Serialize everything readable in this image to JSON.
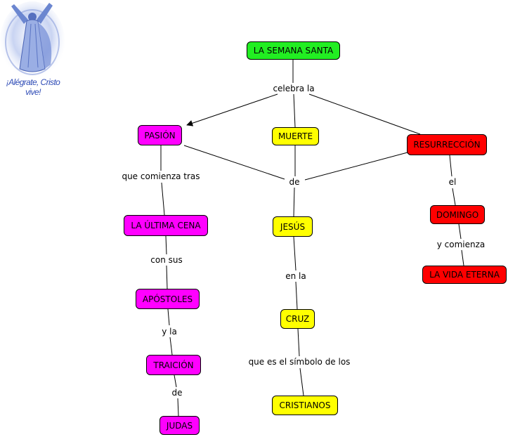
{
  "image": {
    "caption": "¡Alégrate, Cristo vive!"
  },
  "concepts": {
    "semana_santa": "LA SEMANA SANTA",
    "pasion": "PASIÓN",
    "muerte": "MUERTE",
    "resurreccion": "RESURRECCIÓN",
    "ultima_cena": "LA ÚLTIMA CENA",
    "jesus": "JESÚS",
    "domingo": "DOMINGO",
    "vida_eterna": "LA VIDA ETERNA",
    "apostoles": "APÓSTOLES",
    "cruz": "CRUZ",
    "traicion": "TRAICIÓN",
    "cristianos": "CRISTIANOS",
    "judas": "JUDAS"
  },
  "linking_phrases": {
    "celebra_la": "celebra la",
    "que_comienza_tras": "que comienza tras",
    "de_jesus": "de",
    "el": "el",
    "y_comienza": "y comienza",
    "con_sus": "con sus",
    "en_la": "en la",
    "y_la": "y la",
    "que_es_el_simbolo": "que es el símbolo de los",
    "de_judas": "de"
  },
  "colors": {
    "root": "#22ee22",
    "pasion_branch": "#ff00ff",
    "muerte_branch": "#ffff00",
    "resurreccion_branch": "#ff0000",
    "image_tint": "#2f4cb6"
  }
}
